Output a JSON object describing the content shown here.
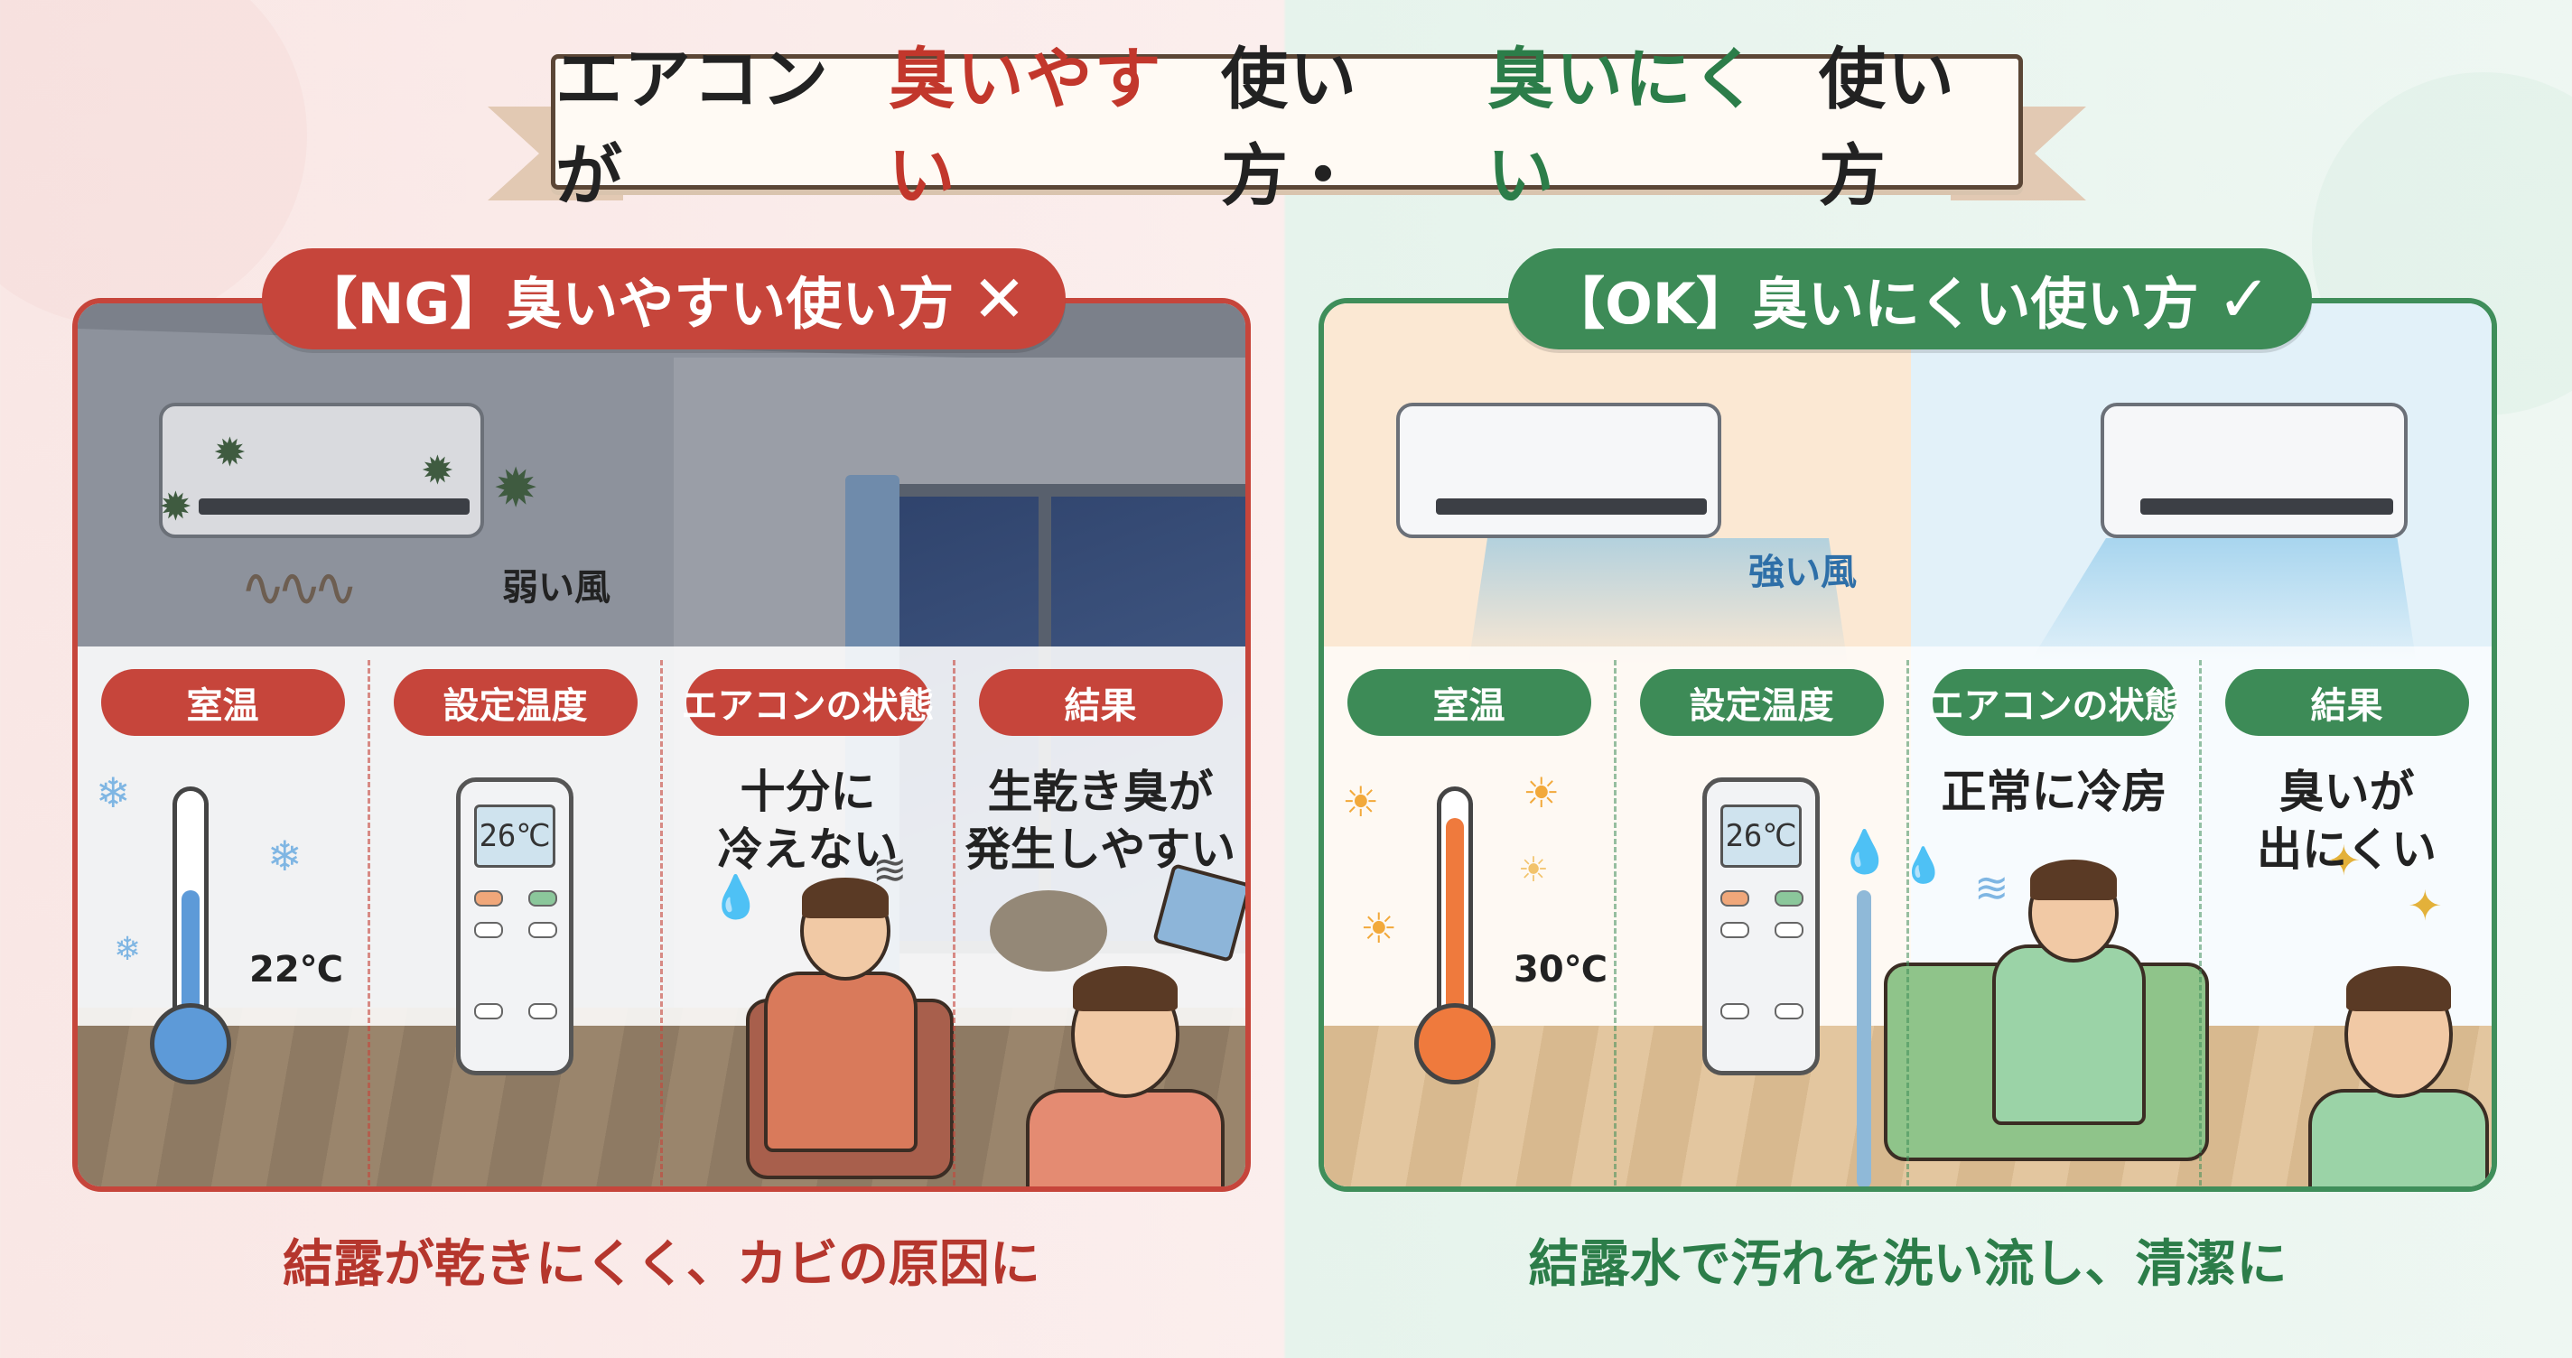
{
  "title": {
    "part1": "エアコンが",
    "part2": "臭いやすい",
    "part3": "使い方・",
    "part4": "臭いにくい",
    "part5": "使い方"
  },
  "ng": {
    "tag": "【NG】臭いやすい使い方",
    "mark": "✕",
    "wind_label": "弱い風",
    "columns": [
      {
        "header": "室温",
        "text": "",
        "value": "22℃"
      },
      {
        "header": "設定温度",
        "text": "",
        "value": "26℃"
      },
      {
        "header": "エアコンの状態",
        "text": "十分に\n冷えない"
      },
      {
        "header": "結果",
        "text": "生乾き臭が\n発生しやすい"
      }
    ],
    "caption": "結露が乾きにくく、カビの原因に"
  },
  "ok": {
    "tag": "【OK】臭いにくい使い方",
    "mark": "✓",
    "wind_label": "強い風",
    "columns": [
      {
        "header": "室温",
        "text": "",
        "value": "30℃"
      },
      {
        "header": "設定温度",
        "text": "",
        "value": "26℃"
      },
      {
        "header": "エアコンの状態",
        "text": "正常に冷房"
      },
      {
        "header": "結果",
        "text": "臭いが\n出にくい"
      }
    ],
    "caption": "結露水で汚れを洗い流し、清潔に"
  },
  "colors": {
    "ng_accent": "#c6453b",
    "ok_accent": "#3d8b57"
  }
}
